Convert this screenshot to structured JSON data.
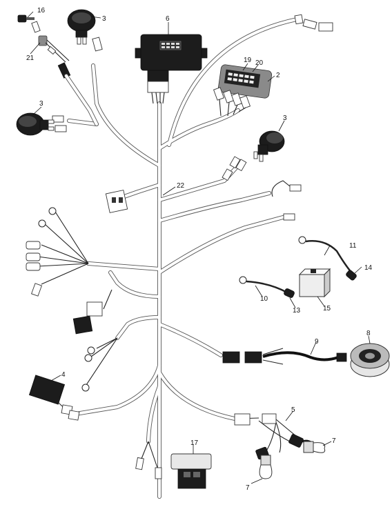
{
  "callouts": {
    "c2": "2",
    "c3a": "3",
    "c3b": "3",
    "c3c": "3",
    "c4": "4",
    "c5": "5",
    "c6": "6",
    "c7a": "7",
    "c7b": "7",
    "c8": "8",
    "c9": "9",
    "c10": "10",
    "c11": "11",
    "c13": "13",
    "c14": "14",
    "c15": "15",
    "c16": "16",
    "c17": "17",
    "c19": "19",
    "c20": "20",
    "c21": "21",
    "c22": "22"
  },
  "colors": {
    "harness_outline": "#555555",
    "component_dark": "#1c1c1c",
    "component_grey": "#8a8a8a",
    "background": "#ffffff"
  }
}
